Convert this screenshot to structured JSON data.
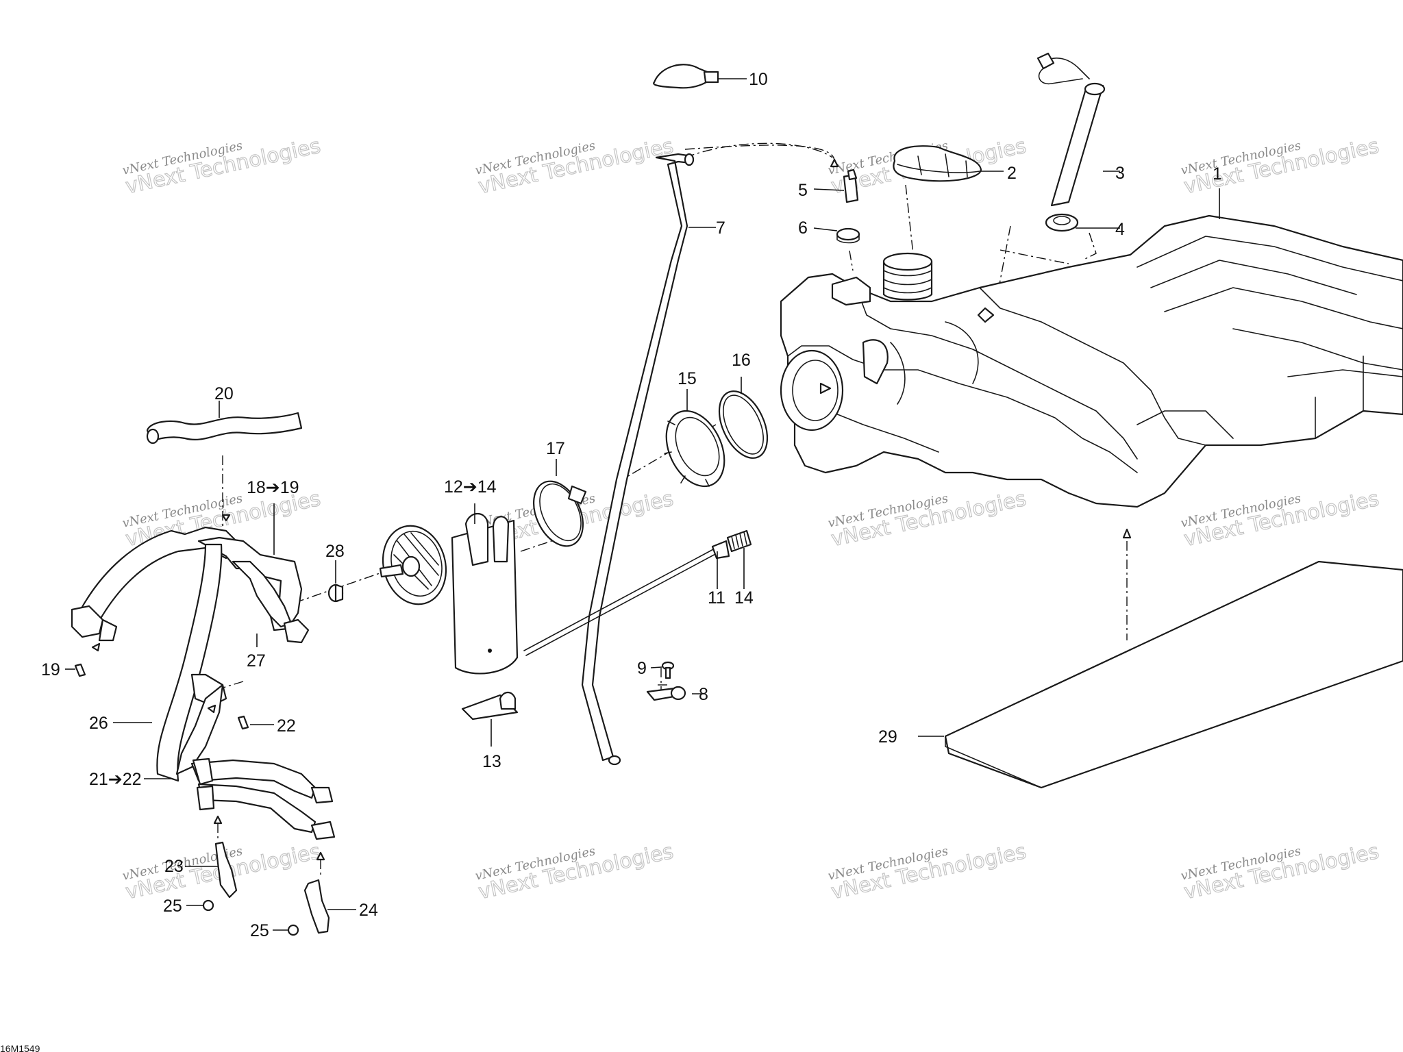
{
  "diagram": {
    "drawing_code": "16M1549",
    "watermark": {
      "line1": "vNext Technologies",
      "line2": "vNext\nTechnologies"
    },
    "labels": {
      "p1": "1",
      "p2": "2",
      "p3": "3",
      "p4": "4",
      "p5": "5",
      "p6": "6",
      "p7": "7",
      "p8": "8",
      "p9": "9",
      "p10": "10",
      "p11": "11",
      "p12": "12➔14",
      "p13": "13",
      "p14": "14",
      "p15": "15",
      "p16": "16",
      "p17": "17",
      "p18": "18➔19",
      "p19": "19",
      "p20": "20",
      "p21": "21➔22",
      "p22": "22",
      "p23": "23",
      "p24": "24",
      "p25a": "25",
      "p25b": "25",
      "p26": "26",
      "p27": "27",
      "p28": "28",
      "p29": "29"
    }
  }
}
